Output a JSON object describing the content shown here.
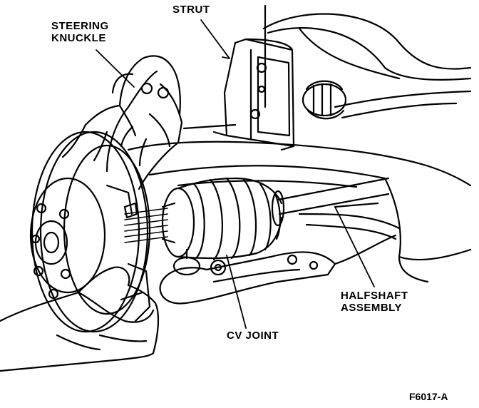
{
  "labels": {
    "strut": "STRUT",
    "steering_knuckle": [
      "STEERING",
      "KNUCKLE"
    ],
    "cv_joint": "CV JOINT",
    "halfshaft_assembly": [
      "HALFSHAFT",
      "ASSEMBLY"
    ]
  },
  "figure_number": "F6017-A",
  "colors": {
    "ink": "#000000",
    "paper": "#ffffff"
  }
}
